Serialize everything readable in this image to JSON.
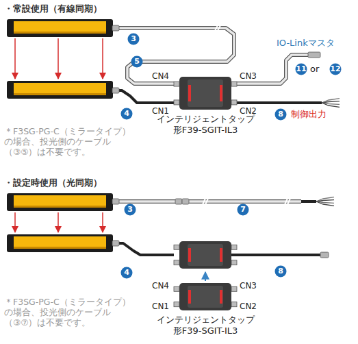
{
  "diagram": {
    "nodes": [
      {
        "text": [
          "3"
        ]
      },
      {
        "text": [
          "5"
        ]
      },
      {
        "text": [
          "4"
        ]
      },
      {
        "text": [
          "インテリジェントタップ 形F39-SGIT-IL3"
        ]
      },
      {
        "text": [
          "8"
        ]
      },
      {
        "text": [
          "11"
        ]
      },
      {
        "text": [
          "12"
        ]
      },
      {
        "text": [
          "3"
        ]
      },
      {
        "text": [
          "7"
        ]
      },
      {
        "text": [
          "4"
        ]
      },
      {
        "text": [
          "インテリジェントタップ 形F39-SGIT-IL3"
        ]
      },
      {
        "text": [
          "8"
        ]
      }
    ],
    "labels": [
      "・常設使用（有線同期）",
      "IO-Linkマスタ",
      "or",
      "CN4",
      "CN1",
      "CN3",
      "CN2",
      "制御出力",
      "＊F3SG-PG-C（ミラータイプ）の場合、投光側のケーブル（③⑤）は不要です。",
      "・設定時使用（光同期）",
      "CN4",
      "CN3",
      "CN1",
      "CN2",
      "＊F3SG-PG-C（ミラータイプ）の場合、投光側のケーブル（③⑦）は不要です。"
    ]
  }
}
